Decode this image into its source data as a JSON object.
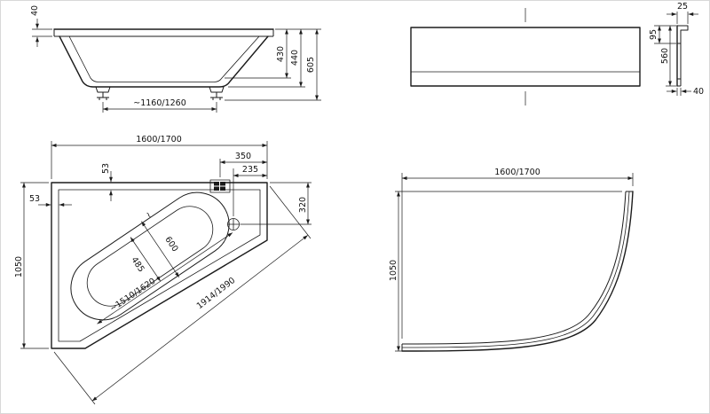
{
  "drawing": {
    "kind": "bathtub technical dimension drawing",
    "line_color": "#1b1b1b",
    "background": "#ffffff"
  },
  "side_view": {
    "rim_drop": "40",
    "depth_inner": "430",
    "depth_shell": "440",
    "height_overall": "605",
    "feet_spacing": "~1160/1260"
  },
  "panel_front": {
    "top_thickness": "25",
    "upper_height": "95",
    "height": "560",
    "bottom_width": "40"
  },
  "plan": {
    "length": "1600/1700",
    "tap_offset": "350",
    "drain_offset": "235",
    "rim_top": "53",
    "rim_left": "53",
    "width": "1050",
    "drain_depth": "320",
    "basin_width_floor": "485",
    "basin_width_rim": "600",
    "approx": "~",
    "basin_length": "~1510/1620",
    "diagonal": "1914/1990"
  },
  "panel_plan": {
    "length": "1600/1700",
    "height": "1050"
  }
}
